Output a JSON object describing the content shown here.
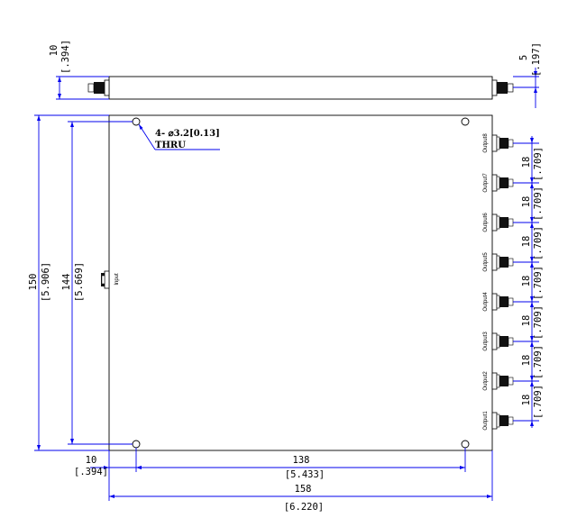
{
  "side_view": {
    "height_mm": "10",
    "height_in": "[.394]",
    "offset_mm": "5",
    "offset_in": "[.197]"
  },
  "plan_view": {
    "input_label": "Input",
    "outputs": [
      "Output8",
      "Output7",
      "Output6",
      "Output5",
      "Output4",
      "Output3",
      "Output2",
      "Output1"
    ],
    "hole_note_line1": "4- ⌀3.2[0.13]",
    "hole_note_line2": "THRU",
    "height_mm": "150",
    "height_in": "[5.906]",
    "hole_span_v_mm": "144",
    "hole_span_v_in": "[5.669]",
    "pitch_mm": "18",
    "pitch_in": "[.709]",
    "edge_mm": "10",
    "edge_in": "[.394]",
    "hole_span_h_mm": "138",
    "hole_span_h_in": "[5.433]",
    "width_mm": "158",
    "width_in": "[6.220]"
  },
  "colors": {
    "dimension": "#0000ee",
    "outline": "#000000"
  }
}
